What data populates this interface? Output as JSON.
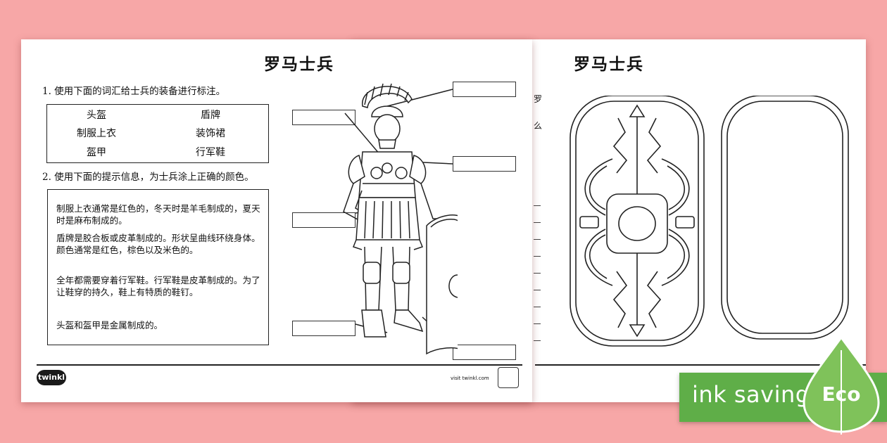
{
  "worksheet": {
    "title": "罗马士兵",
    "instruction_1": "1. 使用下面的词汇给士兵的装备进行标注。",
    "vocab": [
      "头盔",
      "盾牌",
      "制服上衣",
      "装饰裙",
      "盔甲",
      "行军鞋"
    ],
    "instruction_2": "2. 使用下面的提示信息，为士兵涂上正确的颜色。",
    "hints": [
      "制服上衣通常是红色的，冬天时是羊毛制成的，夏天时是麻布制成的。",
      "盾牌是胶合板或皮革制成的。形状呈曲线环绕身体。颜色通常是红色，棕色以及米色的。",
      "全年都需要穿着行军鞋。行军鞋是皮革制成的。为了让鞋穿的持久，鞋上有特质的鞋钉。",
      "头盔和盔甲是金属制成的。"
    ],
    "footer_logo": "twinkl",
    "footer_visit": "visit twinkl.com"
  },
  "back_sheet": {
    "title": "罗马士兵",
    "edge_chars": [
      "罗",
      "么"
    ]
  },
  "eco_banner": {
    "text": "ink saving",
    "badge": "Eco",
    "color": "#5fae48"
  }
}
